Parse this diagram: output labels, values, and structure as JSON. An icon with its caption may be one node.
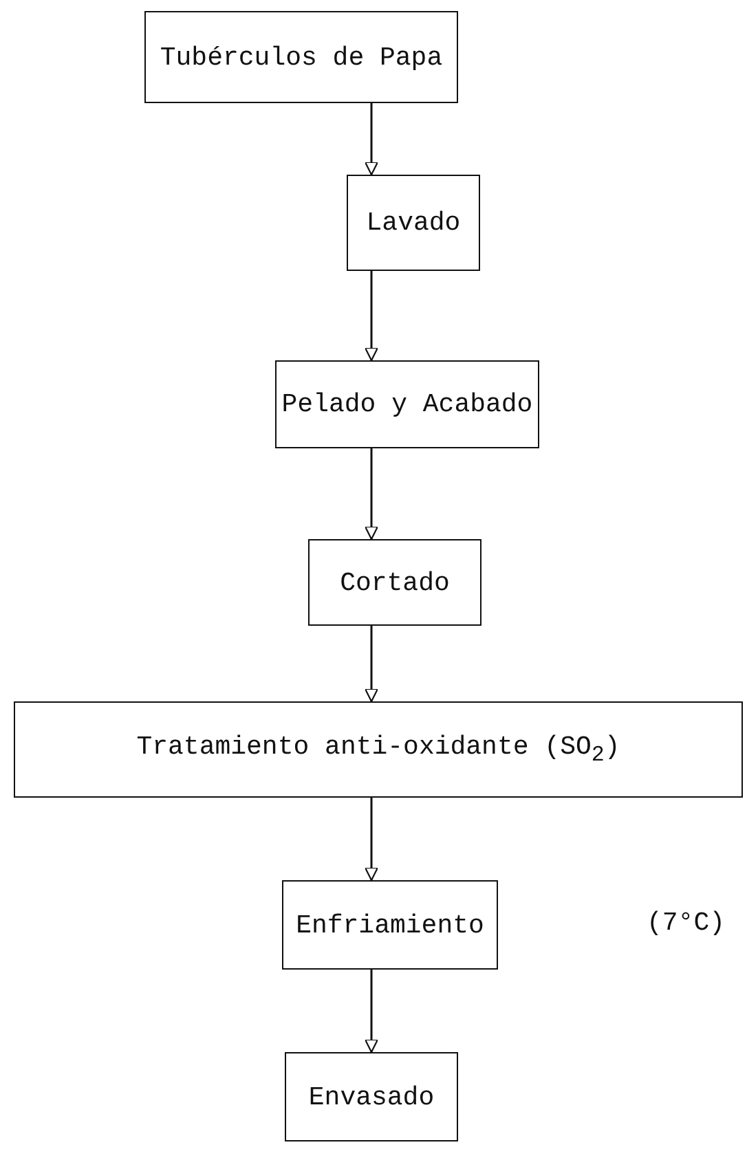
{
  "diagram": {
    "nodes": [
      {
        "text": [
          "Tubérculos de Papa"
        ]
      },
      {
        "text": [
          "Lavado"
        ]
      },
      {
        "text": [
          "Pelado y Acabado"
        ]
      },
      {
        "text": [
          "Cortado"
        ]
      },
      {
        "text": [
          "Tratamiento anti-oxidante (SO$_{2}$)"
        ]
      },
      {
        "text": [
          "Enfriamiento"
        ]
      },
      {
        "text": [
          "Envasado"
        ]
      }
    ],
    "edges": [
      {
        "from": 0,
        "to": 1,
        "arrow": "to"
      },
      {
        "from": 1,
        "to": 2,
        "arrow": "to"
      },
      {
        "from": 2,
        "to": 3,
        "arrow": "to"
      },
      {
        "from": 3,
        "to": 4,
        "arrow": "to"
      },
      {
        "from": 4,
        "to": 5,
        "arrow": "to"
      },
      {
        "from": 5,
        "to": 6,
        "arrow": "to"
      }
    ],
    "labels": [
      "(7°C)"
    ]
  }
}
